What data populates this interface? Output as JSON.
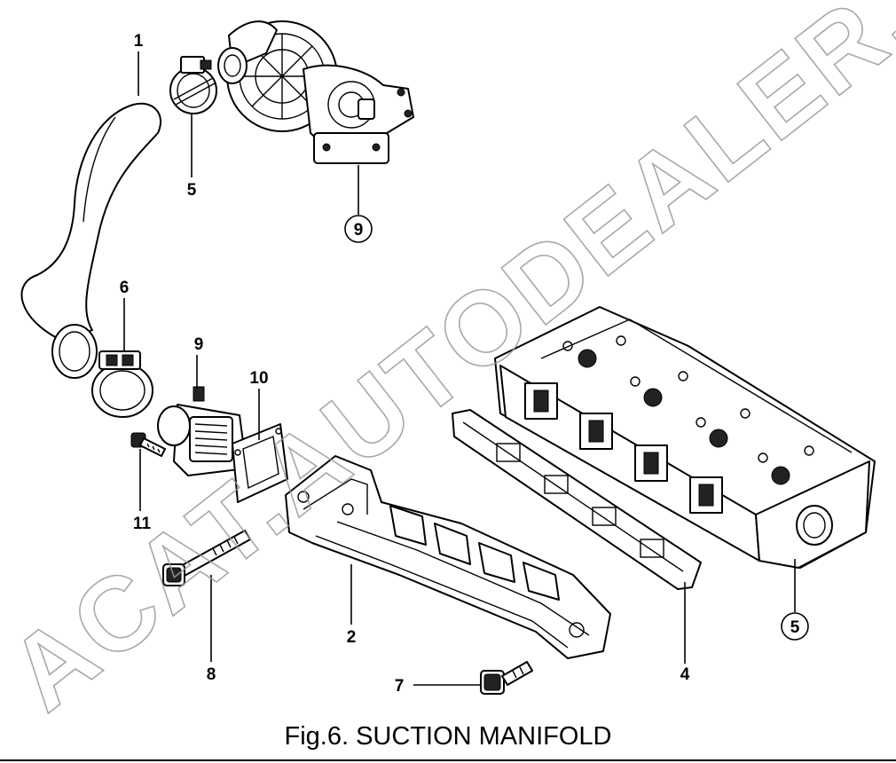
{
  "figure": {
    "caption": "Fig.6.  SUCTION MANIFOLD",
    "watermark": "ACAT.AUTODEALER.RU"
  },
  "callouts": [
    {
      "id": "c1",
      "label": "1"
    },
    {
      "id": "c5a",
      "label": "5"
    },
    {
      "id": "c9a",
      "label": "9"
    },
    {
      "id": "c6",
      "label": "6"
    },
    {
      "id": "c9b",
      "label": "9"
    },
    {
      "id": "c10",
      "label": "10"
    },
    {
      "id": "c11",
      "label": "11"
    },
    {
      "id": "c8",
      "label": "8"
    },
    {
      "id": "c2",
      "label": "2"
    },
    {
      "id": "c7",
      "label": "7"
    },
    {
      "id": "c4",
      "label": "4"
    },
    {
      "id": "c5b",
      "label": "5"
    }
  ]
}
